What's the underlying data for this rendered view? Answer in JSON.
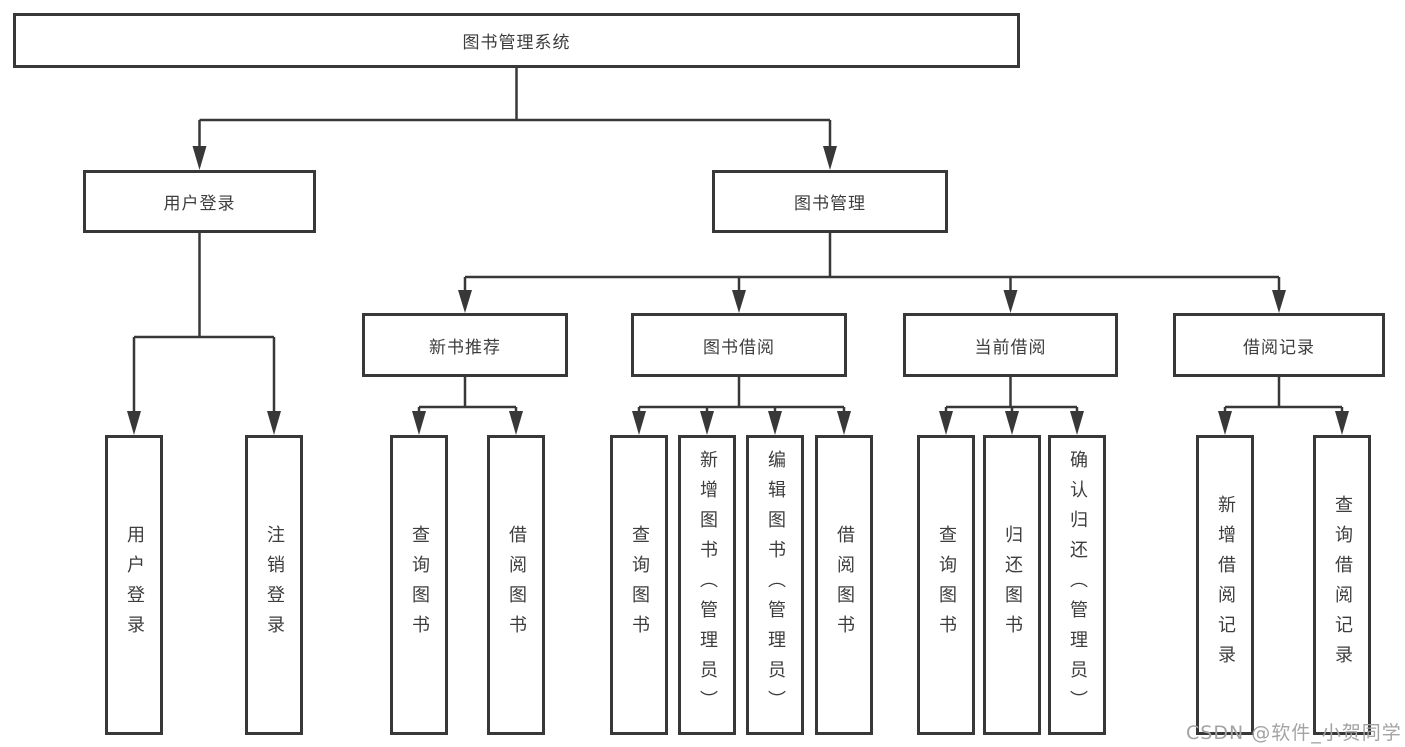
{
  "tree": {
    "root": {
      "label": "图书管理系统"
    },
    "branches": [
      {
        "label": "用户登录",
        "children": [
          {
            "label": "用户登录"
          },
          {
            "label": "注销登录"
          }
        ]
      },
      {
        "label": "图书管理",
        "groups": [
          {
            "label": "新书推荐",
            "children": [
              {
                "label": "查询图书"
              },
              {
                "label": "借阅图书"
              }
            ]
          },
          {
            "label": "图书借阅",
            "children": [
              {
                "label": "查询图书"
              },
              {
                "label": "新增图书（管理员）"
              },
              {
                "label": "编辑图书（管理员）"
              },
              {
                "label": "借阅图书"
              }
            ]
          },
          {
            "label": "当前借阅",
            "children": [
              {
                "label": "查询图书"
              },
              {
                "label": "归还图书"
              },
              {
                "label": "确认归还（管理员）"
              }
            ]
          },
          {
            "label": "借阅记录",
            "children": [
              {
                "label": "新增借阅记录"
              },
              {
                "label": "查询借阅记录"
              }
            ]
          }
        ]
      }
    ]
  },
  "watermark": {
    "text": "CSDN @软件_小贺同学"
  },
  "colors": {
    "line": "#383838",
    "text": "#3d3d3d",
    "watermark": "#a3a3a3"
  }
}
